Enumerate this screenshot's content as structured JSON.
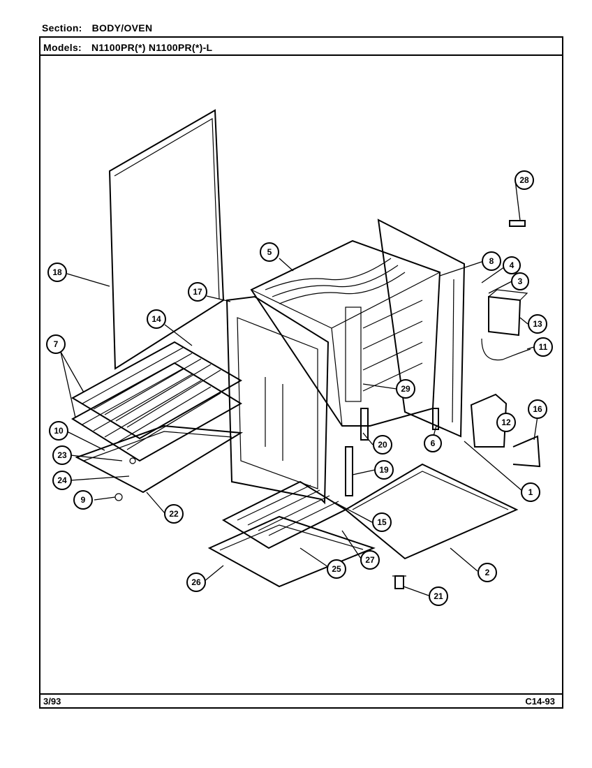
{
  "header": {
    "section_label": "Section:",
    "section_value": "BODY/OVEN",
    "models_label": "Models:",
    "models_value": "N1100PR(*) N1100PR(*)-L"
  },
  "footer": {
    "date": "3/93",
    "code": "C14-93"
  },
  "callouts": [
    "18",
    "17",
    "14",
    "7",
    "10",
    "23",
    "24",
    "9",
    "22",
    "5",
    "8",
    "4",
    "3",
    "13",
    "11",
    "29",
    "20",
    "19",
    "6",
    "12",
    "16",
    "1",
    "2",
    "15",
    "27",
    "25",
    "26",
    "21",
    "28"
  ]
}
